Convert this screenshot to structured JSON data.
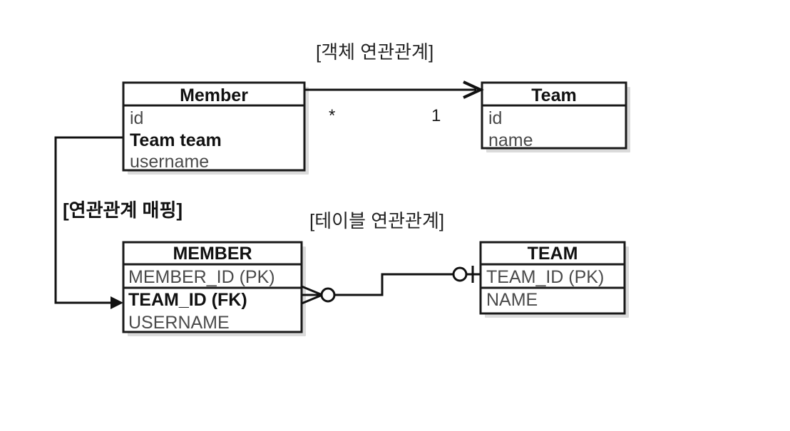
{
  "diagram": {
    "title_object_relation": "[객체 연관관계]",
    "title_mapping": "[연관관계 매핑]",
    "title_table_relation": "[테이블 연관관계]",
    "object_model": {
      "member_entity": {
        "name": "Member",
        "attributes": [
          {
            "text": "id",
            "bold": false
          },
          {
            "text": "Team team",
            "bold": true
          },
          {
            "text": "username",
            "bold": false
          }
        ]
      },
      "team_entity": {
        "name": "Team",
        "attributes": [
          {
            "text": "id",
            "bold": false
          },
          {
            "text": "name",
            "bold": false
          }
        ]
      },
      "multiplicity_source": "*",
      "multiplicity_target": "1"
    },
    "table_model": {
      "member_table": {
        "name": "MEMBER",
        "columns": [
          {
            "text": "MEMBER_ID (PK)",
            "bold": false
          },
          {
            "text": "TEAM_ID (FK)",
            "bold": true
          },
          {
            "text": "USERNAME",
            "bold": false
          }
        ]
      },
      "team_table": {
        "name": "TEAM",
        "columns": [
          {
            "text": "TEAM_ID (PK)",
            "bold": false
          },
          {
            "text": "NAME",
            "bold": false
          }
        ]
      }
    },
    "colors": {
      "background": "#ffffff",
      "stroke": "#1a1a1a",
      "attribute_text": "#4a4a4a",
      "header_text": "#111111",
      "shadow": "#cfcfcf"
    }
  }
}
